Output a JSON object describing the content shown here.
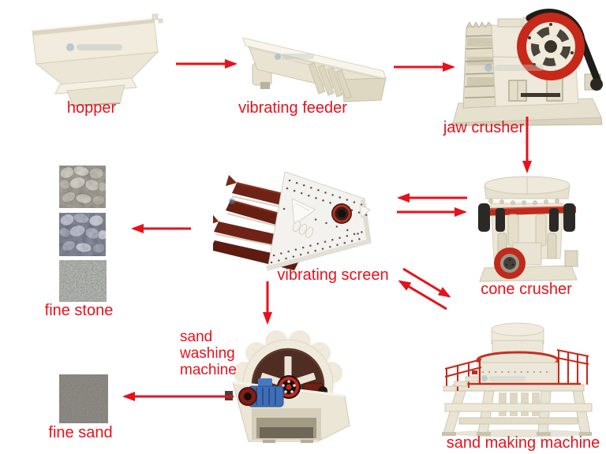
{
  "page": {
    "background": "#ffffff",
    "accent_red": "#e8111b",
    "machine_cream": "#ece7d8",
    "deck_maroon": "#6f2316",
    "flywheel_red": "#c6281a",
    "motor_blue": "#3e6eb6"
  },
  "diagram": {
    "nodes": [
      {
        "id": "hopper",
        "label": "hopper"
      },
      {
        "id": "vibrating-feeder",
        "label": "vibrating feeder"
      },
      {
        "id": "jaw-crusher",
        "label": "jaw crusher"
      },
      {
        "id": "cone-crusher",
        "label": "cone crusher"
      },
      {
        "id": "vibrating-screen",
        "label": "vibrating screen"
      },
      {
        "id": "fine-stone",
        "label": "fine stone"
      },
      {
        "id": "sand-washing-machine",
        "label": "sand washing machine"
      },
      {
        "id": "fine-sand",
        "label": "fine sand"
      },
      {
        "id": "sand-making-machine",
        "label": "sand making machine"
      }
    ],
    "edges": [
      {
        "from": "hopper",
        "to": "vibrating feeder"
      },
      {
        "from": "vibrating feeder",
        "to": "jaw crusher"
      },
      {
        "from": "jaw crusher",
        "to": "cone crusher"
      },
      {
        "from": "cone crusher",
        "to": "vibrating screen"
      },
      {
        "from": "vibrating screen",
        "to": "cone crusher"
      },
      {
        "from": "vibrating screen",
        "to": "fine stone"
      },
      {
        "from": "vibrating screen",
        "to": "sand washing machine"
      },
      {
        "from": "vibrating screen",
        "to": "sand making machine"
      },
      {
        "from": "sand making machine",
        "to": "vibrating screen"
      },
      {
        "from": "sand washing machine",
        "to": "fine sand"
      }
    ]
  }
}
